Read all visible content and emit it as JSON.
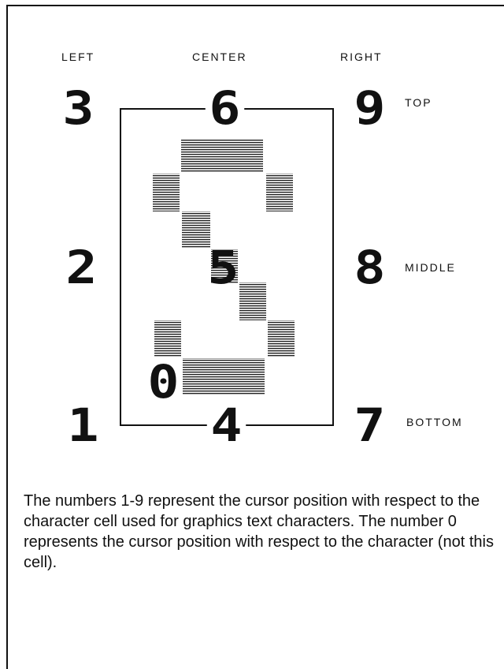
{
  "columns": {
    "left": "LEFT",
    "center": "CENTER",
    "right": "RIGHT"
  },
  "rows": {
    "top": "TOP",
    "middle": "MIDDLE",
    "bottom": "BOTTOM"
  },
  "positions": {
    "p1": "1",
    "p2": "2",
    "p3": "3",
    "p4": "4",
    "p5": "5",
    "p6": "6",
    "p7": "7",
    "p8": "8",
    "p9": "9",
    "p0": "0"
  },
  "caption": "The numbers 1-9 represent the cursor position with respect to the character cell used for graphics text characters. The number 0 represents the cursor position with respect to the character (not this cell)."
}
